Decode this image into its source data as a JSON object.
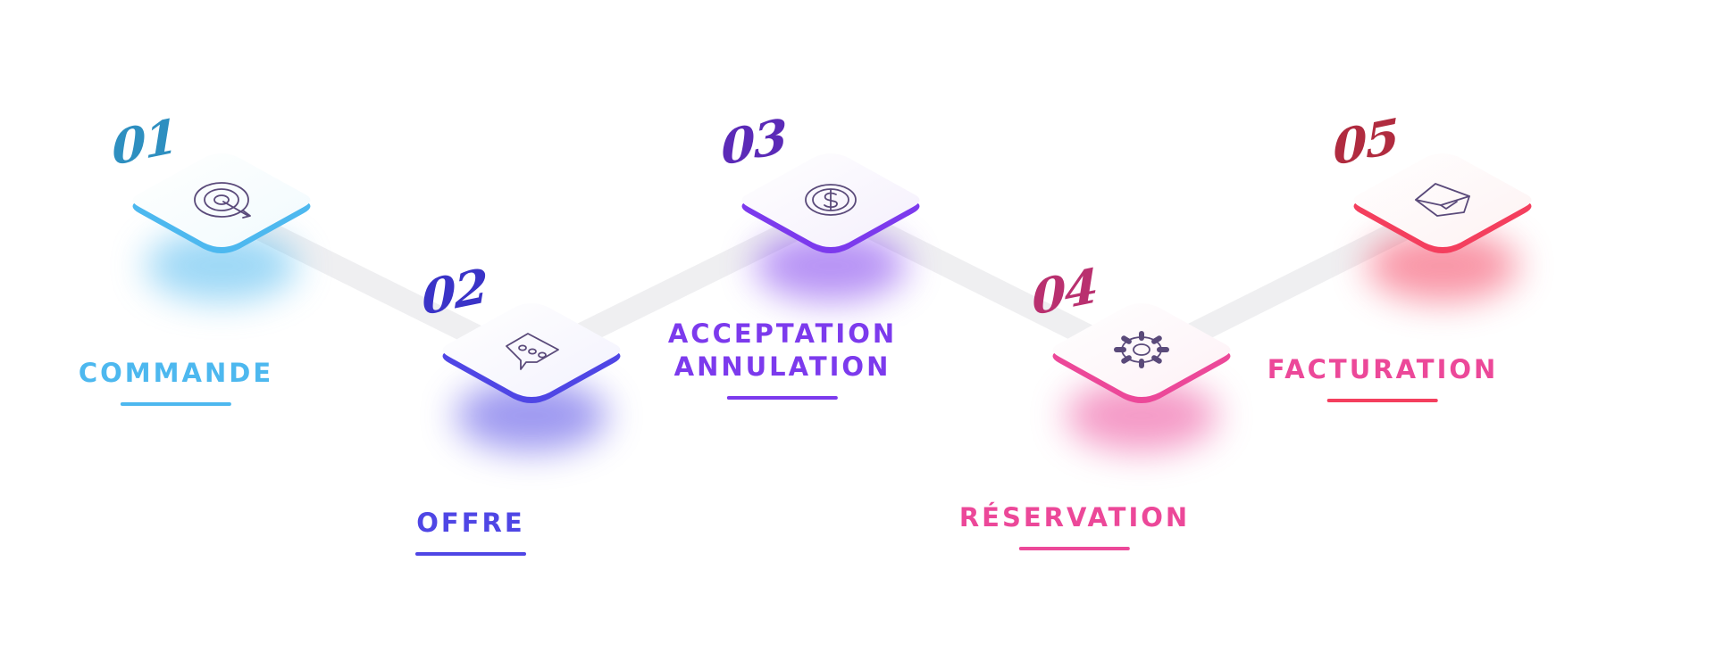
{
  "steps": [
    {
      "number": "01",
      "label_lines": [
        "COMMANDE"
      ],
      "icon": "target-icon",
      "color": "#4db8ef",
      "number_color": "#2e8fc0",
      "tint": "#f1fafd"
    },
    {
      "number": "02",
      "label_lines": [
        "OFFRE"
      ],
      "icon": "chat-bubble-icon",
      "color": "#4f46e5",
      "number_color": "#3a33c7",
      "tint": "#f3f2fd"
    },
    {
      "number": "03",
      "label_lines": [
        "ACCEPTATION",
        "ANNULATION"
      ],
      "icon": "dollar-coin-icon",
      "color": "#7c3aed",
      "number_color": "#5b2ab7",
      "tint": "#f4effc"
    },
    {
      "number": "04",
      "label_lines": [
        "RÉSERVATION"
      ],
      "icon": "gear-icon",
      "color": "#ec4899",
      "number_color": "#b9306f",
      "tint": "#fdf1f6"
    },
    {
      "number": "05",
      "label_lines": [
        "FACTURATION"
      ],
      "icon": "envelope-check-icon",
      "color": "#f43f5e",
      "number_color": "#b02b3f",
      "tint": "#fef2f3"
    }
  ],
  "label_colors": [
    "#4db8ef",
    "#4f46e5",
    "#7c3aed",
    "#ec4899",
    "#ec4899"
  ],
  "underline_colors": [
    "#4db8ef",
    "#4f46e5",
    "#7c3aed",
    "#ec4899",
    "#f43f5e"
  ],
  "icon_stroke": "#5a4a7a"
}
